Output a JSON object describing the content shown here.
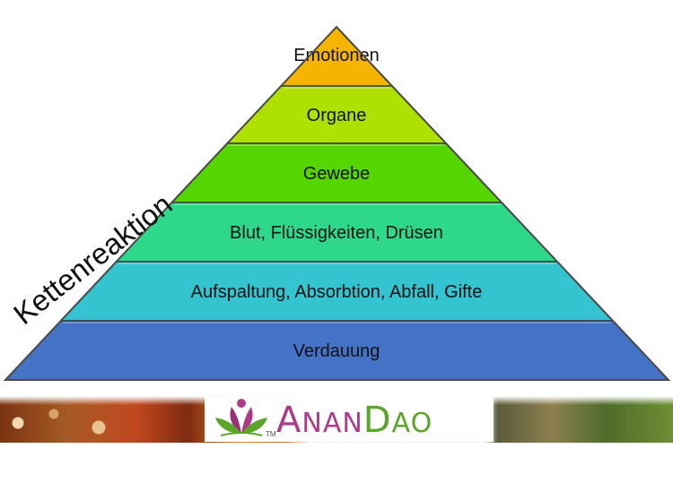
{
  "pyramid": {
    "side_label": "Kettenreaktion",
    "levels": [
      {
        "label": "Emotionen",
        "color": "#f5b400"
      },
      {
        "label": "Organe",
        "color": "#aee000"
      },
      {
        "label": "Gewebe",
        "color": "#56d600"
      },
      {
        "label": "Blut, Flüssigkeiten, Drüsen",
        "color": "#2ed88a"
      },
      {
        "label": "Aufspaltung, Absorbtion, Abfall, Gifte",
        "color": "#33c4d0"
      },
      {
        "label": "Verdauung",
        "color": "#4472c4"
      }
    ]
  },
  "logo": {
    "name_part1": "A",
    "name_part2": "NAN",
    "name_part3": "D",
    "name_part4": "AO",
    "trademark": "TM"
  },
  "colors": {
    "logo_magenta": "#b03a8a",
    "logo_green": "#5aa52a",
    "outline": "#3a3a3a"
  }
}
